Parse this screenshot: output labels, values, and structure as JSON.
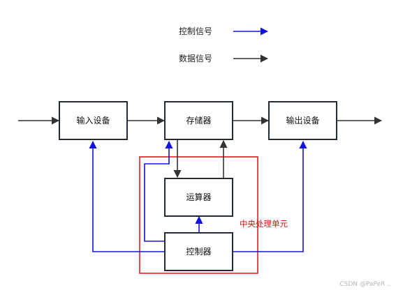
{
  "legend": {
    "control_signal": "控制信号",
    "data_signal": "数据信号"
  },
  "nodes": {
    "input": "输入设备",
    "storage": "存储器",
    "output": "输出设备",
    "alu": "运算器",
    "controller": "控制器"
  },
  "cpu_label": "中央处理单元",
  "watermark": "CSDN @PaPeR ..",
  "colors": {
    "control": "#1212e0",
    "data": "#333333",
    "cpu_frame": "#e41c1c",
    "box_border": "#222a33"
  }
}
